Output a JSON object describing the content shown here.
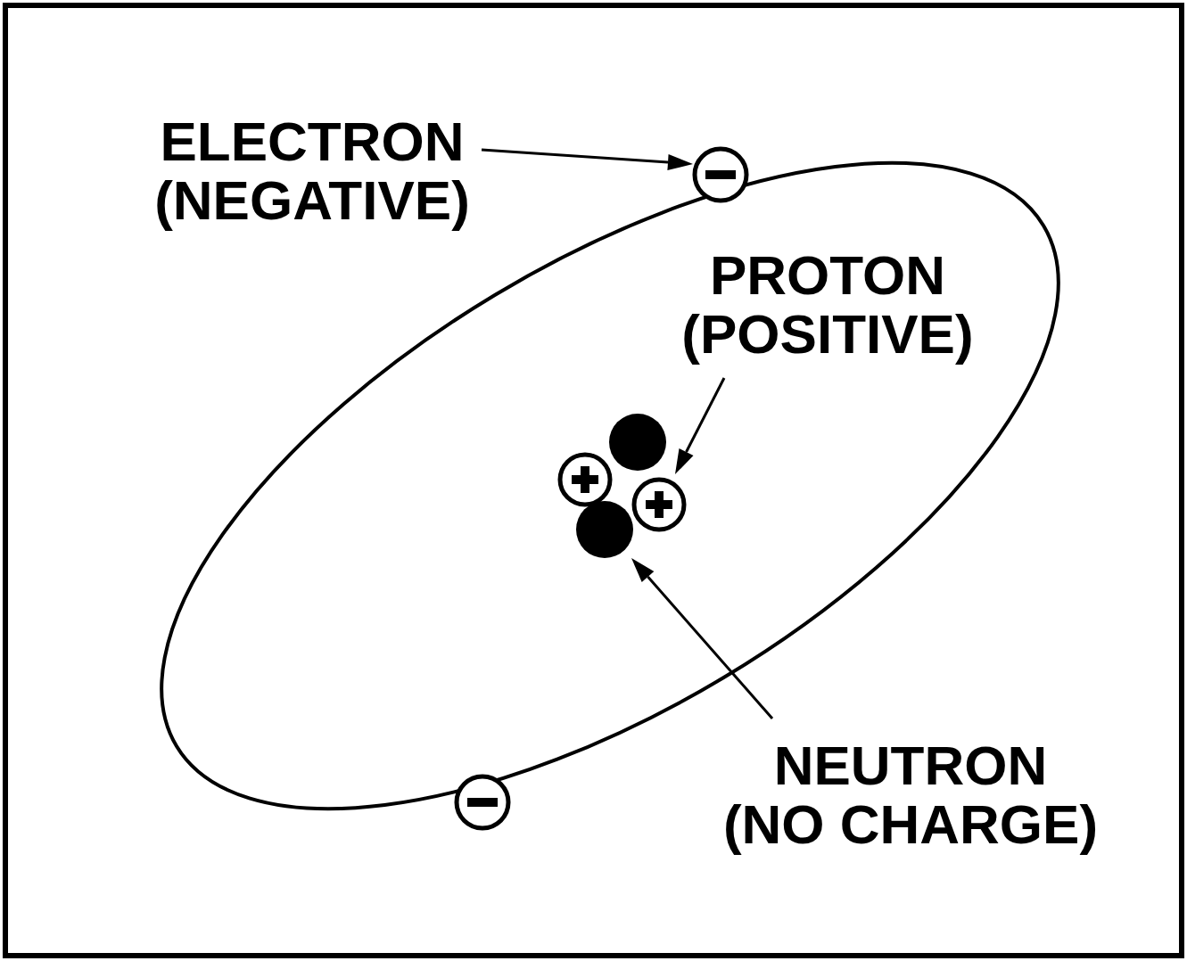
{
  "diagram": {
    "labels": [
      "ELECTRON (NEGATIVE)",
      "PROTON (POSITIVE)",
      "NEUTRON (NO CHARGE)"
    ]
  }
}
